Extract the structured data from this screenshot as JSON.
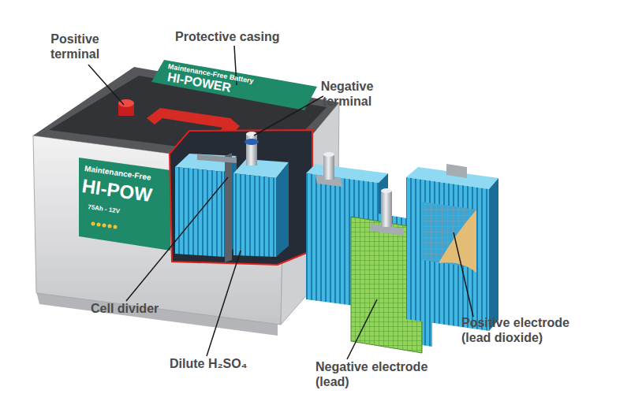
{
  "diagram": {
    "labels": [
      "Positive terminal",
      "Protective casing",
      "Negative terminal",
      "Cell divider",
      "Dilute H₂SO₄",
      "Negative electrode (lead)",
      "Positive electrode (lead dioxide)",
      "Maintenance-Free Battery",
      "HI-POWER",
      "Maintenance-Free",
      "HI-POW",
      "75Ah - 12V"
    ]
  }
}
